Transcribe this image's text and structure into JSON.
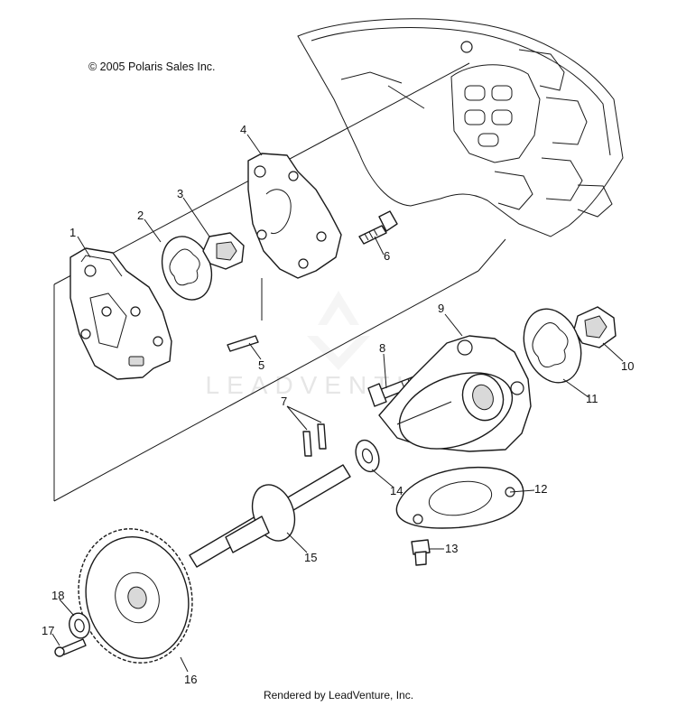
{
  "copyright": "© 2005 Polaris Sales Inc.",
  "footer": "Rendered by LeadVenture, Inc.",
  "watermark": "LEADVENTURE",
  "callouts": {
    "c1": "1",
    "c2": "2",
    "c3": "3",
    "c4": "4",
    "c5": "5",
    "c6": "6",
    "c7": "7",
    "c8": "8",
    "c9": "9",
    "c10": "10",
    "c11": "11",
    "c12": "12",
    "c13": "13",
    "c14": "14",
    "c15": "15",
    "c16": "16",
    "c17": "17",
    "c18": "18"
  }
}
